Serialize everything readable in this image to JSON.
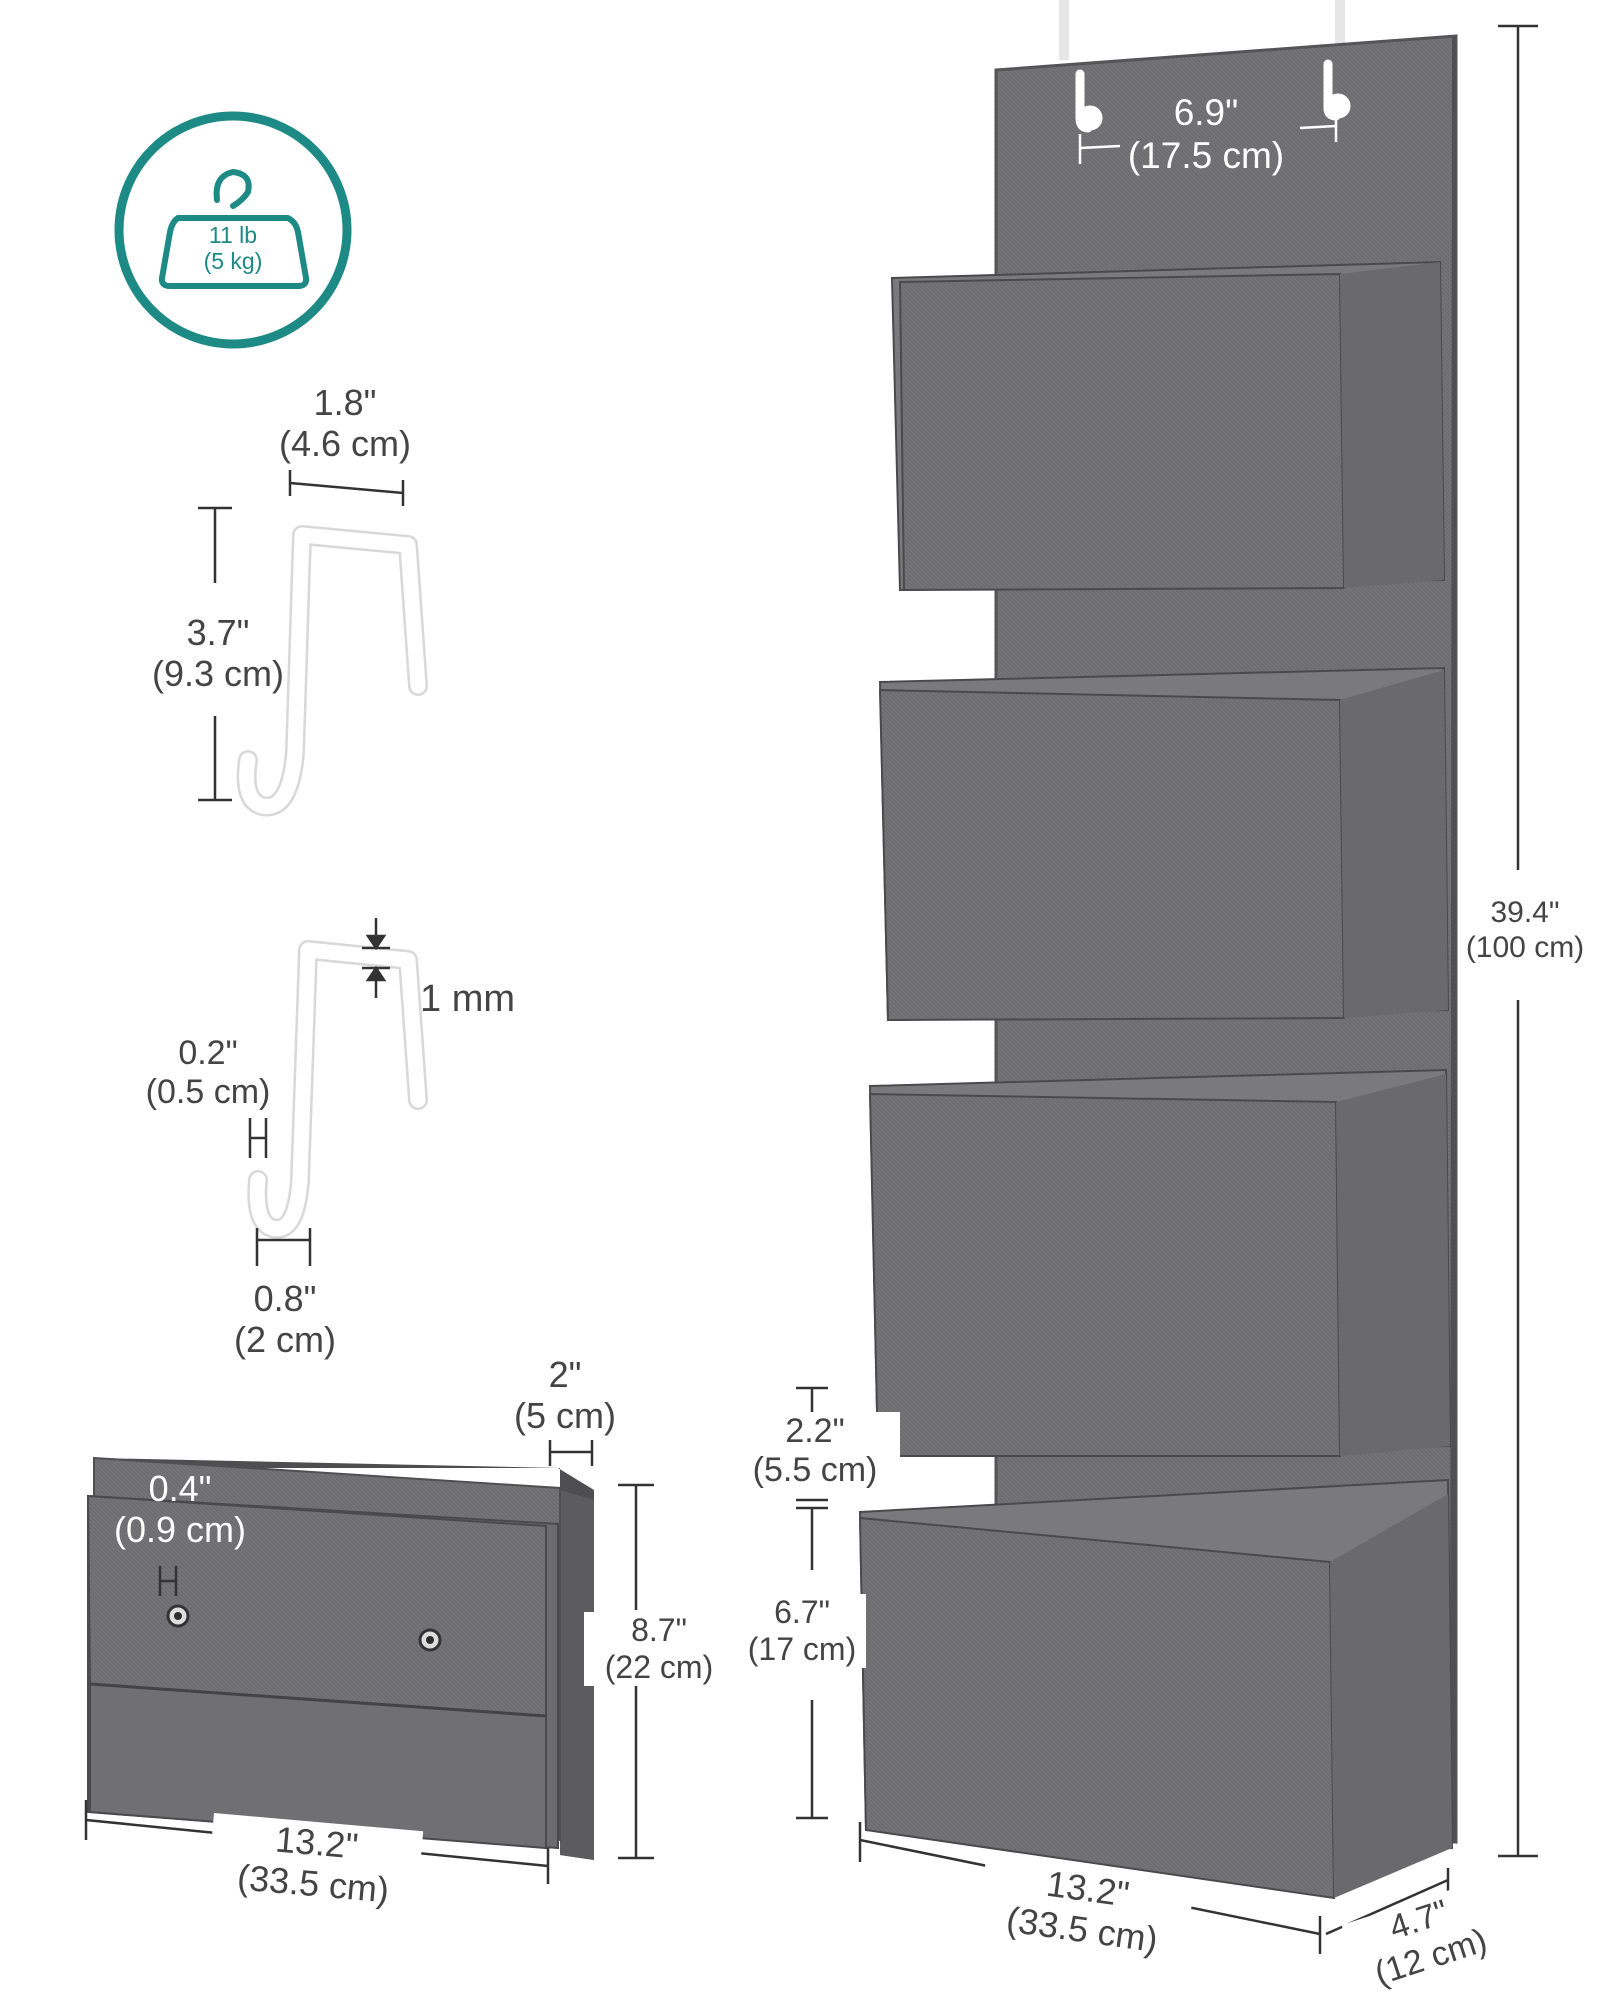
{
  "weight_badge": {
    "lb": "11 lb",
    "kg": "(5 kg)",
    "accent_color": "#1e8a86",
    "icon": "hanger-weight-icon"
  },
  "hook_width": {
    "in": "1.8\"",
    "cm": "(4.6 cm)"
  },
  "hook_height": {
    "in": "3.7\"",
    "cm": "(9.3 cm)"
  },
  "hook_thickness": "1 mm",
  "hook_tip": {
    "in": "0.2\"",
    "cm": "(0.5 cm)"
  },
  "hook_bend": {
    "in": "0.8\"",
    "cm": "(2 cm)"
  },
  "hook_spacing": {
    "in": "6.9\"",
    "cm": "(17.5 cm)"
  },
  "total_height": {
    "in": "39.4\"",
    "cm": "(100 cm)"
  },
  "folded_gap": {
    "in": "2\"",
    "cm": "(5 cm)"
  },
  "grommet_offset": {
    "in": "0.4\"",
    "cm": "(0.9 cm)"
  },
  "folded_height": {
    "in": "8.7\"",
    "cm": "(22 cm)"
  },
  "folded_width": {
    "in": "13.2\"",
    "cm": "(33.5 cm)"
  },
  "pocket_gap": {
    "in": "2.2\"",
    "cm": "(5.5 cm)"
  },
  "pocket_height": {
    "in": "6.7\"",
    "cm": "(17 cm)"
  },
  "organizer_width": {
    "in": "13.2\"",
    "cm": "(33.5 cm)"
  },
  "organizer_depth": {
    "in": "4.7\"",
    "cm": "(12 cm)"
  },
  "colors": {
    "fabric": "#6b6b6d",
    "fabric_dark": "#5a5a5c",
    "line": "#333333",
    "hook": "#ffffff"
  }
}
